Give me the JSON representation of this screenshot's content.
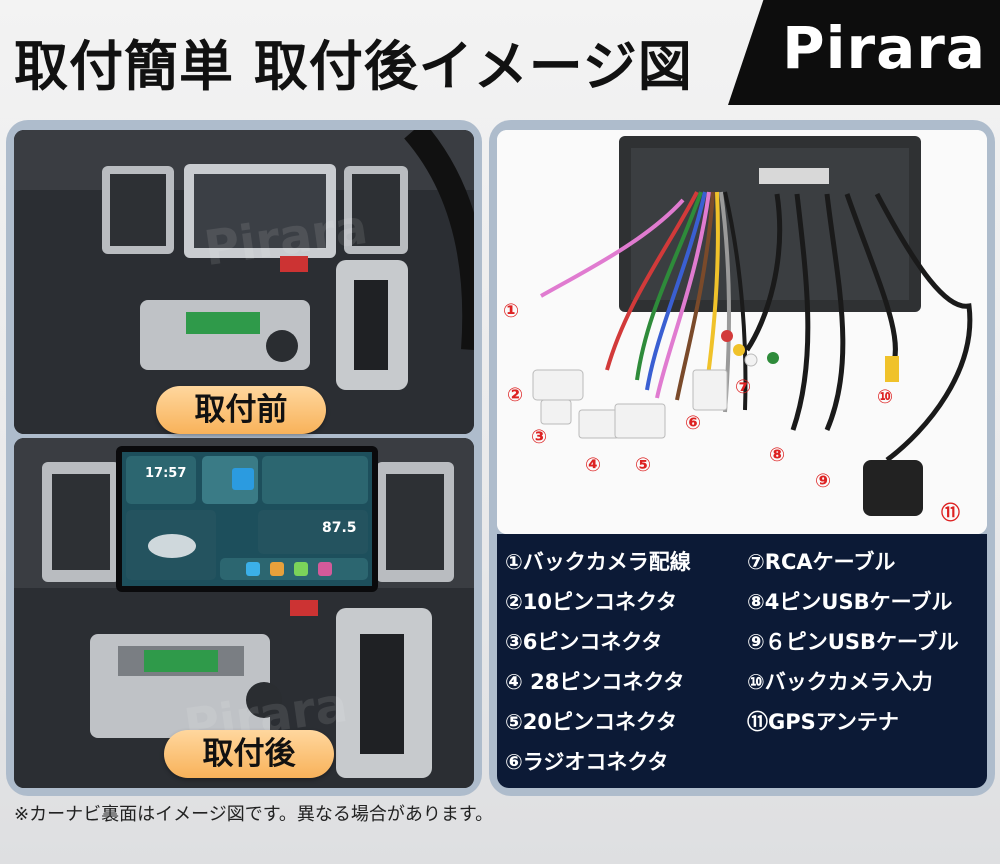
{
  "header": {
    "title": "取付簡単 取付後イメージ図",
    "brand": "Pirara"
  },
  "left_panel": {
    "before_label": "取付前",
    "after_label": "取付後",
    "watermark": "Pirara",
    "screen": {
      "clock": "17:57",
      "radio_frequency": "87.5"
    }
  },
  "right_panel": {
    "callouts": [
      "①",
      "②",
      "③",
      "④",
      "⑤",
      "⑥",
      "⑦",
      "⑧",
      "⑨",
      "⑩",
      "⑪"
    ],
    "legend_left": [
      "①バックカメラ配線",
      "②10ピンコネクタ",
      "③6ピンコネクタ",
      "④ 28ピンコネクタ",
      "⑤20ピンコネクタ",
      "⑥ラジオコネクタ"
    ],
    "legend_right": [
      "⑦RCAケーブル",
      "⑧4ピンUSBケーブル",
      "⑨６ピンUSBケーブル",
      "⑩バックカメラ入力",
      "⑪GPSアンテナ"
    ]
  },
  "footnote": "※カーナビ裏面はイメージ図です。異なる場合があります。"
}
